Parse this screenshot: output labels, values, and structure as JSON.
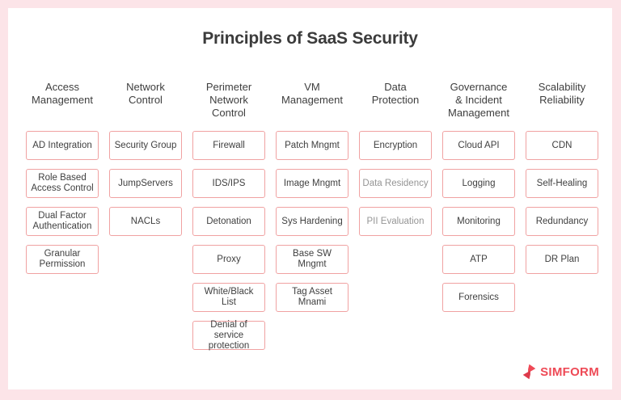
{
  "title": "Principles of SaaS Security",
  "colors": {
    "frame_background": "#fce4e8",
    "panel_background": "#ffffff",
    "box_border": "#f0a2a2",
    "text_dark": "#3f3f3f",
    "text_muted": "#959595",
    "brand_red": "#ee4a56"
  },
  "columns": [
    {
      "header": "Access\nManagement",
      "boxes": [
        {
          "label": "AD Integration"
        },
        {
          "label": "Role Based\nAccess Control"
        },
        {
          "label": "Dual Factor\nAuthentication"
        },
        {
          "label": "Granular\nPermission"
        }
      ]
    },
    {
      "header": "Network\nControl",
      "boxes": [
        {
          "label": "Security Group"
        },
        {
          "label": "JumpServers"
        },
        {
          "label": "NACLs"
        }
      ]
    },
    {
      "header": "Perimeter\nNetwork\nControl",
      "boxes": [
        {
          "label": "Firewall"
        },
        {
          "label": "IDS/IPS"
        },
        {
          "label": "Detonation"
        },
        {
          "label": "Proxy"
        },
        {
          "label": "White/Black\nList"
        },
        {
          "label": "Denial of service\nprotection"
        }
      ]
    },
    {
      "header": "VM\nManagement",
      "boxes": [
        {
          "label": "Patch Mngmt"
        },
        {
          "label": "Image Mngmt"
        },
        {
          "label": "Sys Hardening"
        },
        {
          "label": "Base SW\nMngmt"
        },
        {
          "label": "Tag Asset\nMnami"
        }
      ]
    },
    {
      "header": "Data\nProtection",
      "boxes": [
        {
          "label": "Encryption"
        },
        {
          "label": "Data Residency"
        },
        {
          "label": "PII Evaluation"
        }
      ]
    },
    {
      "header": "Governance\n& Incident\nManagement",
      "boxes": [
        {
          "label": "Cloud API"
        },
        {
          "label": "Logging"
        },
        {
          "label": "Monitoring"
        },
        {
          "label": "ATP"
        },
        {
          "label": "Forensics"
        }
      ]
    },
    {
      "header": "Scalability\nReliability",
      "boxes": [
        {
          "label": "CDN"
        },
        {
          "label": "Self-Healing"
        },
        {
          "label": "Redundancy"
        },
        {
          "label": "DR Plan"
        }
      ]
    }
  ],
  "footer": {
    "brand": "SIMFORM",
    "logo_icon": "simform-s-mark"
  }
}
